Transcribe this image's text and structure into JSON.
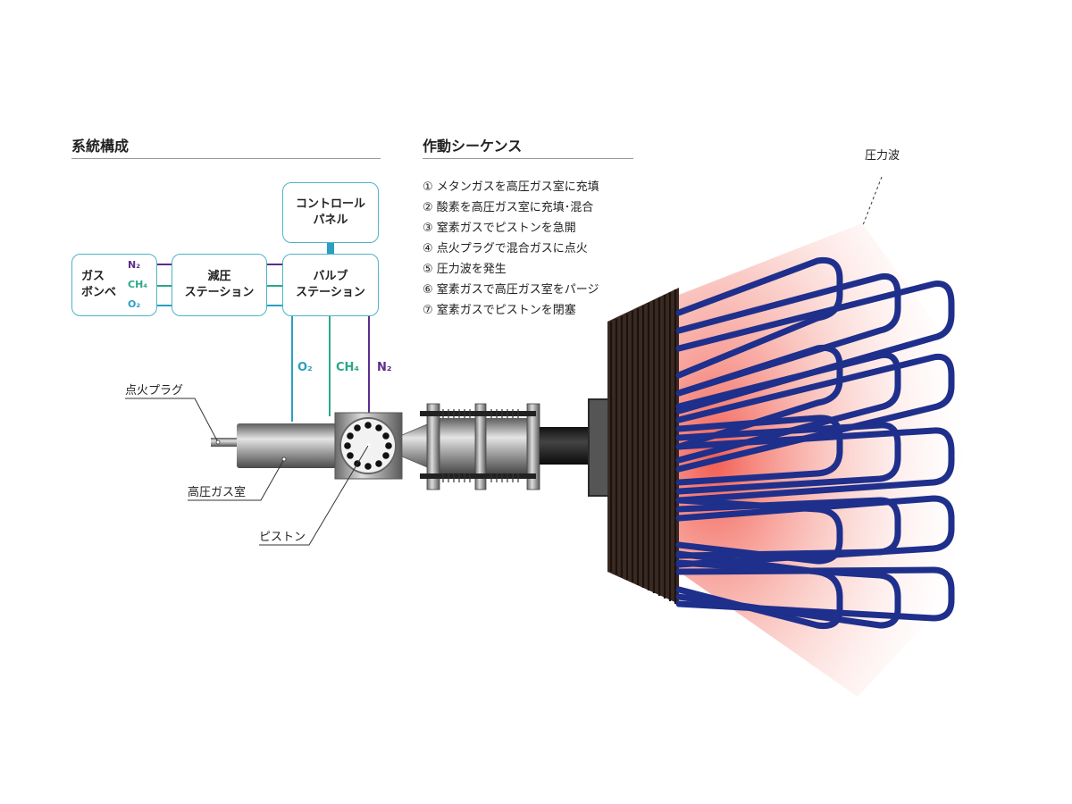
{
  "system": {
    "heading": "系統構成",
    "control_panel": [
      "コントロール",
      "パネル"
    ],
    "gas_cylinder": [
      "ガス",
      "ボンベ"
    ],
    "cylinder_gases": [
      "N₂",
      "CH₄",
      "O₂"
    ],
    "pressure_reducer": [
      "減圧",
      "ステーション"
    ],
    "valve_station": [
      "バルブ",
      "ステーション"
    ],
    "line_labels": [
      "O₂",
      "CH₄",
      "N₂"
    ]
  },
  "sequence": {
    "heading": "作動シーケンス",
    "steps": [
      "① メタンガスを高圧ガス室に充填",
      "② 酸素を高圧ガス室に充填･混合",
      "③ 窒素ガスでピストンを急開",
      "④ 点火プラグで混合ガスに点火",
      "⑤ 圧力波を発生",
      "⑥ 窒素ガスで高圧ガス室をパージ",
      "⑦ 窒素ガスでピストンを閉塞"
    ]
  },
  "callouts": {
    "spark_plug": "点火プラグ",
    "high_pressure_chamber": "高圧ガス室",
    "piston": "ピストン",
    "pressure_wave": "圧力波"
  },
  "colors": {
    "n2": "#5b2d8c",
    "ch4": "#2aa889",
    "o2": "#2aa0bf",
    "box_border": "#4fb3c4",
    "tube": "#1f2f8c",
    "wave": "#f06a5a"
  }
}
